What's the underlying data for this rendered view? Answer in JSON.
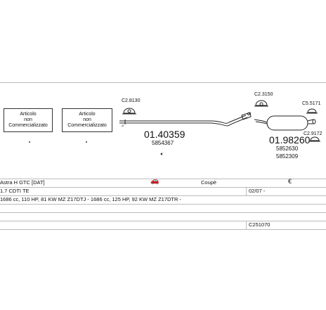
{
  "notes": [
    {
      "lines": [
        "Articolo",
        "non",
        "Commercializzato"
      ]
    },
    {
      "lines": [
        "Articolo",
        "non",
        "Commercializzato"
      ]
    }
  ],
  "parts": {
    "clamp_left": "C2.8130",
    "clamp_top": "C2.3150",
    "clamp_right": "C5.5171",
    "clamp_right_lower": "C2.9172",
    "middle_pipe_number": "01.40359",
    "middle_pipe_ref": "5854367",
    "rear_silencer_number": "01.98260",
    "rear_silencer_ref1": "5852630",
    "rear_silencer_ref2": "5852309"
  },
  "vehicle": {
    "model": "Astra H GTC [DAT]",
    "body": "Coupè",
    "engine": "1.7 CDTI TE",
    "date": "02/07 -",
    "details": "1686 cc, 110 HP, 81 KW MZ Z17DTJ - 1686 cc, 125 HP, 92 KW MZ Z17DTR -",
    "code": "C251070"
  },
  "icons": [
    "car-icon",
    "euro-icon"
  ]
}
